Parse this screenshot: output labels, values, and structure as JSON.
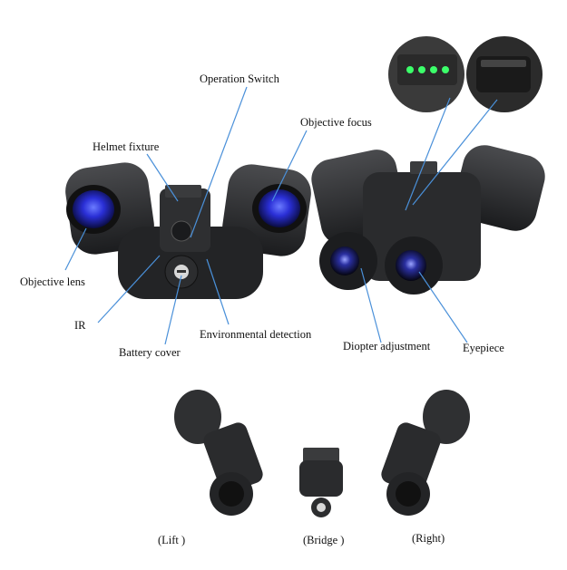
{
  "labels": {
    "operation_switch": "Operation Switch",
    "objective_focus": "Objective focus",
    "helmet_fixture": "Helmet fixture",
    "objective_lens": "Objective lens",
    "ir": "IR",
    "battery_cover": "Battery cover",
    "environmental_detection": "Environmental detection",
    "diopter_adjustment": "Diopter adjustment",
    "eyepiece": "Eyepiece"
  },
  "views": {
    "left": "(Lift )",
    "bridge": "(Bridge )",
    "right": "(Right)"
  },
  "colors": {
    "body": "#2a2b2d",
    "lens_blue": "#2a2fd6",
    "leader_line": "#4a90d9",
    "led_green": "#3cff6a"
  }
}
